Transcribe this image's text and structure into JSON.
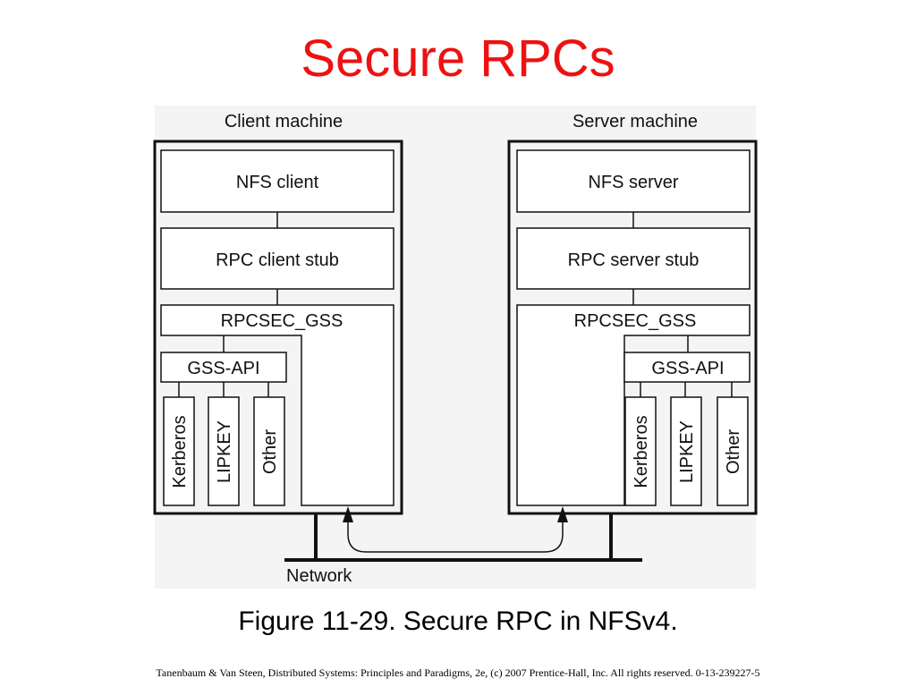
{
  "slide": {
    "title": "Secure RPCs",
    "caption": "Figure 11-29. Secure RPC in NFSv4.",
    "footer": "Tanenbaum & Van Steen, Distributed Systems: Principles and Paradigms, 2e, (c) 2007 Prentice-Hall, Inc. All rights reserved. 0-13-239227-5",
    "title_color": "#ee1111"
  },
  "diagram": {
    "client": {
      "label": "Client machine",
      "app": "NFS client",
      "stub": "RPC client stub",
      "security_layer": "RPCSEC_GSS",
      "gss_api": "GSS-API",
      "mechanisms": [
        "Kerberos",
        "LIPKEY",
        "Other"
      ]
    },
    "server": {
      "label": "Server machine",
      "app": "NFS server",
      "stub": "RPC server stub",
      "security_layer": "RPCSEC_GSS",
      "gss_api": "GSS-API",
      "mechanisms": [
        "Kerberos",
        "LIPKEY",
        "Other"
      ]
    },
    "network_label": "Network"
  }
}
